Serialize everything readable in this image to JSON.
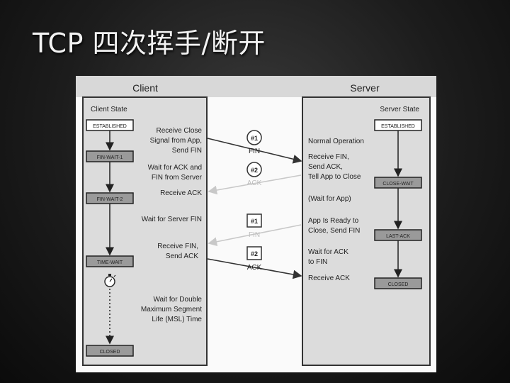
{
  "slide": {
    "title": "TCP 四次挥手/断开"
  },
  "diagram": {
    "client_header": "Client",
    "server_header": "Server",
    "client_state_label": "Client State",
    "server_state_label": "Server State",
    "client_states": [
      "ESTABLISHED",
      "FIN-WAIT-1",
      "FIN-WAIT-2",
      "TIME-WAIT",
      "CLOSED"
    ],
    "server_states": [
      "ESTABLISHED",
      "CLOSE-WAIT",
      "LAST-ACK",
      "CLOSED"
    ],
    "client_notes": [
      [
        "Receive Close",
        "Signal from App,",
        "Send FIN"
      ],
      [
        "Wait for ACK and",
        "FIN from Server"
      ],
      [
        "Receive ACK"
      ],
      [
        "Wait for Server FIN"
      ],
      [
        "Receive FIN,",
        "Send ACK"
      ],
      [
        "Wait for Double",
        "Maximum Segment",
        "Life (MSL) Time"
      ]
    ],
    "server_notes": [
      [
        "Normal Operation"
      ],
      [
        "Receive FIN,",
        "Send ACK,",
        "Tell App to Close"
      ],
      [
        "(Wait for App)"
      ],
      [
        "App Is Ready to",
        "Close, Send FIN"
      ],
      [
        "Wait for ACK",
        "to FIN"
      ],
      [
        "Receive ACK"
      ]
    ],
    "messages": [
      {
        "badge": "#1",
        "label": "FIN"
      },
      {
        "badge": "#2",
        "label": "ACK"
      },
      {
        "badge": "#1",
        "label": "FIN"
      },
      {
        "badge": "#2",
        "label": "ACK"
      }
    ]
  }
}
